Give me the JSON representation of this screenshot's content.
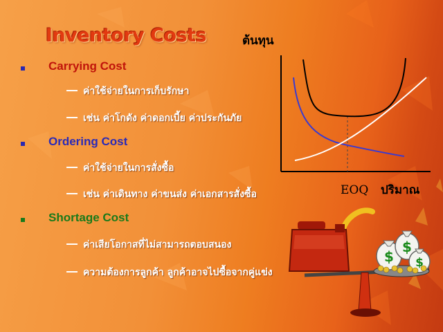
{
  "slide": {
    "title": "Inventory Costs",
    "sections": [
      {
        "heading": "Carrying Cost",
        "heading_color": "#c0140a",
        "bullet_color": "#2a28b0",
        "items": [
          "ค่าใช้จ่ายในการเก็บรักษา",
          "เช่น ค่าโกดัง ค่าดอกเบี้ย ค่าประกันภัย"
        ]
      },
      {
        "heading": "Ordering Cost",
        "heading_color": "#2a2ab8",
        "bullet_color": "#2a28b0",
        "items": [
          "ค่าใช้จ่ายในการสั่งซื้อ",
          "เช่น ค่าเดินทาง ค่าขนส่ง ค่าเอกสารสั่งซื้อ"
        ]
      },
      {
        "heading": "Shortage Cost",
        "heading_color": "#1a7a1a",
        "bullet_color": "#1a7a1a",
        "items": [
          "ค่าเสียโอกาสที่ไม่สามารถตอบสนอง",
          "ความต้องการลูกค้า ลูกค้าอาจไปซื้อจากคู่แข่ง"
        ]
      }
    ]
  },
  "chart_data": {
    "type": "line",
    "ylabel": "ต้นทุน",
    "xlabel": "ปริมาณ",
    "x_marker_label": "EOQ",
    "series": [
      {
        "color": "#000000",
        "shape": "U-shaped total cost curve"
      },
      {
        "color": "#3a3ad0",
        "shape": "decreasing ordering cost curve"
      },
      {
        "color": "#ffffff",
        "shape": "increasing carrying cost curve"
      }
    ],
    "grid": false
  },
  "clipart": {
    "money_bag_symbol": "$"
  }
}
